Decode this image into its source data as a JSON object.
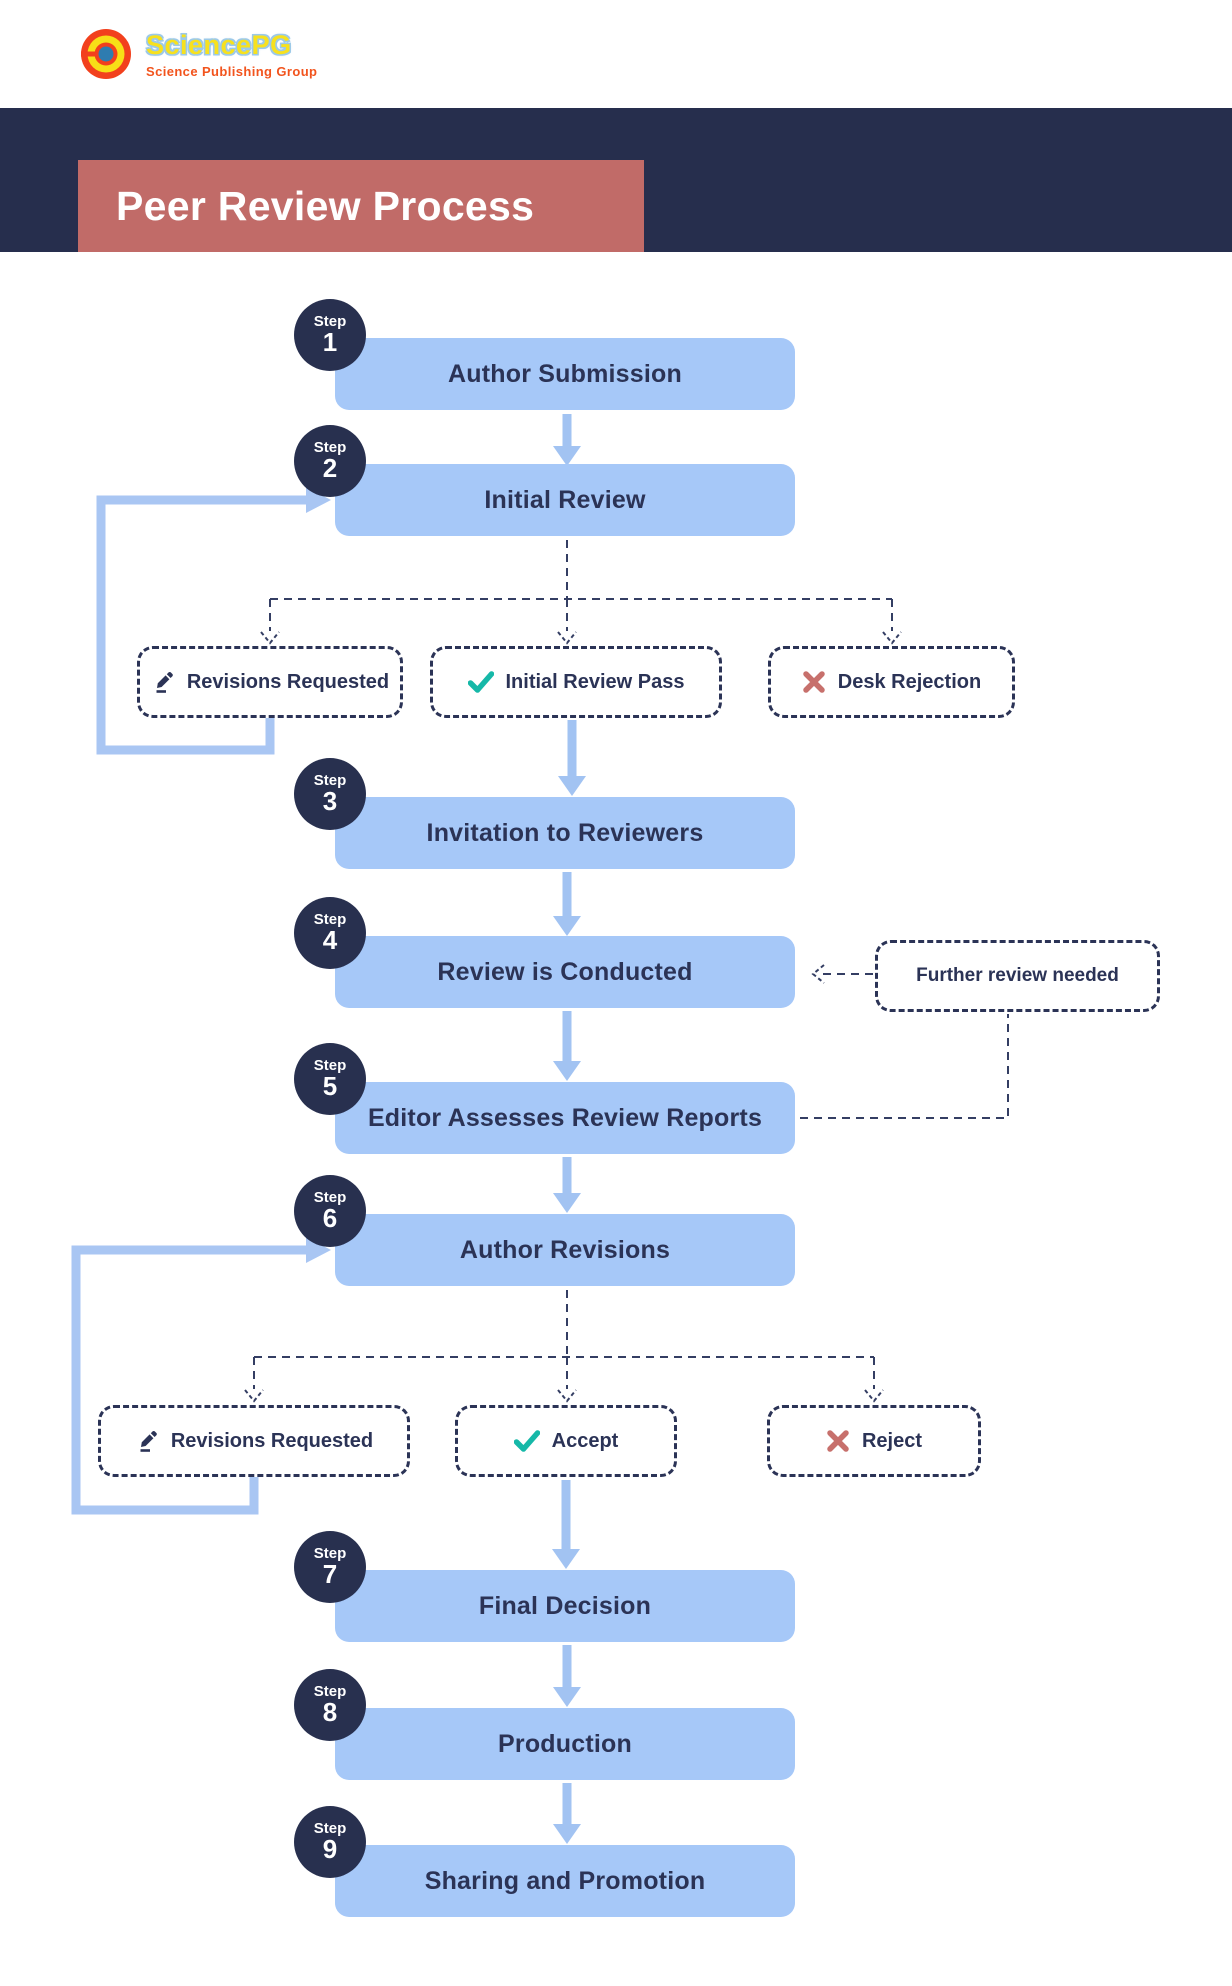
{
  "logo": {
    "brand": "SciencePG",
    "tagline": "Science Publishing Group",
    "mark_colors": {
      "outer_red": "#f2401d",
      "yellow": "#f7df17",
      "core_blue": "#2e7cb0"
    }
  },
  "header": {
    "title": "Peer Review Process"
  },
  "badge_label": "Step",
  "steps": [
    {
      "number": "1",
      "label": "Author Submission"
    },
    {
      "number": "2",
      "label": "Initial Review"
    },
    {
      "number": "3",
      "label": "Invitation to Reviewers"
    },
    {
      "number": "4",
      "label": "Review is Conducted"
    },
    {
      "number": "5",
      "label": "Editor Assesses Review Reports"
    },
    {
      "number": "6",
      "label": "Author Revisions"
    },
    {
      "number": "7",
      "label": "Final Decision"
    },
    {
      "number": "8",
      "label": "Production"
    },
    {
      "number": "9",
      "label": "Sharing and Promotion"
    }
  ],
  "branch_after_initial_review": {
    "options": [
      {
        "icon": "pencil-icon",
        "label": "Revisions Requested"
      },
      {
        "icon": "check-icon",
        "label": "Initial Review Pass"
      },
      {
        "icon": "x-icon",
        "label": "Desk Rejection"
      }
    ]
  },
  "branch_after_author_revisions": {
    "options": [
      {
        "icon": "pencil-icon",
        "label": "Revisions Requested"
      },
      {
        "icon": "check-icon",
        "label": "Accept"
      },
      {
        "icon": "x-icon",
        "label": "Reject"
      }
    ]
  },
  "side_note": {
    "label": "Further review needed"
  },
  "colors": {
    "navy_band": "#262e4d",
    "navy_text": "#2b3356",
    "step_circle": "#28304f",
    "box_blue": "#a6c8f8",
    "arrow_blue": "#a2c3f2",
    "title_red": "#c16b68",
    "check_teal": "#16b8a8",
    "x_salmon": "#c7706c",
    "brand_yellow": "#f7e11e",
    "brand_red": "#f2541d"
  }
}
